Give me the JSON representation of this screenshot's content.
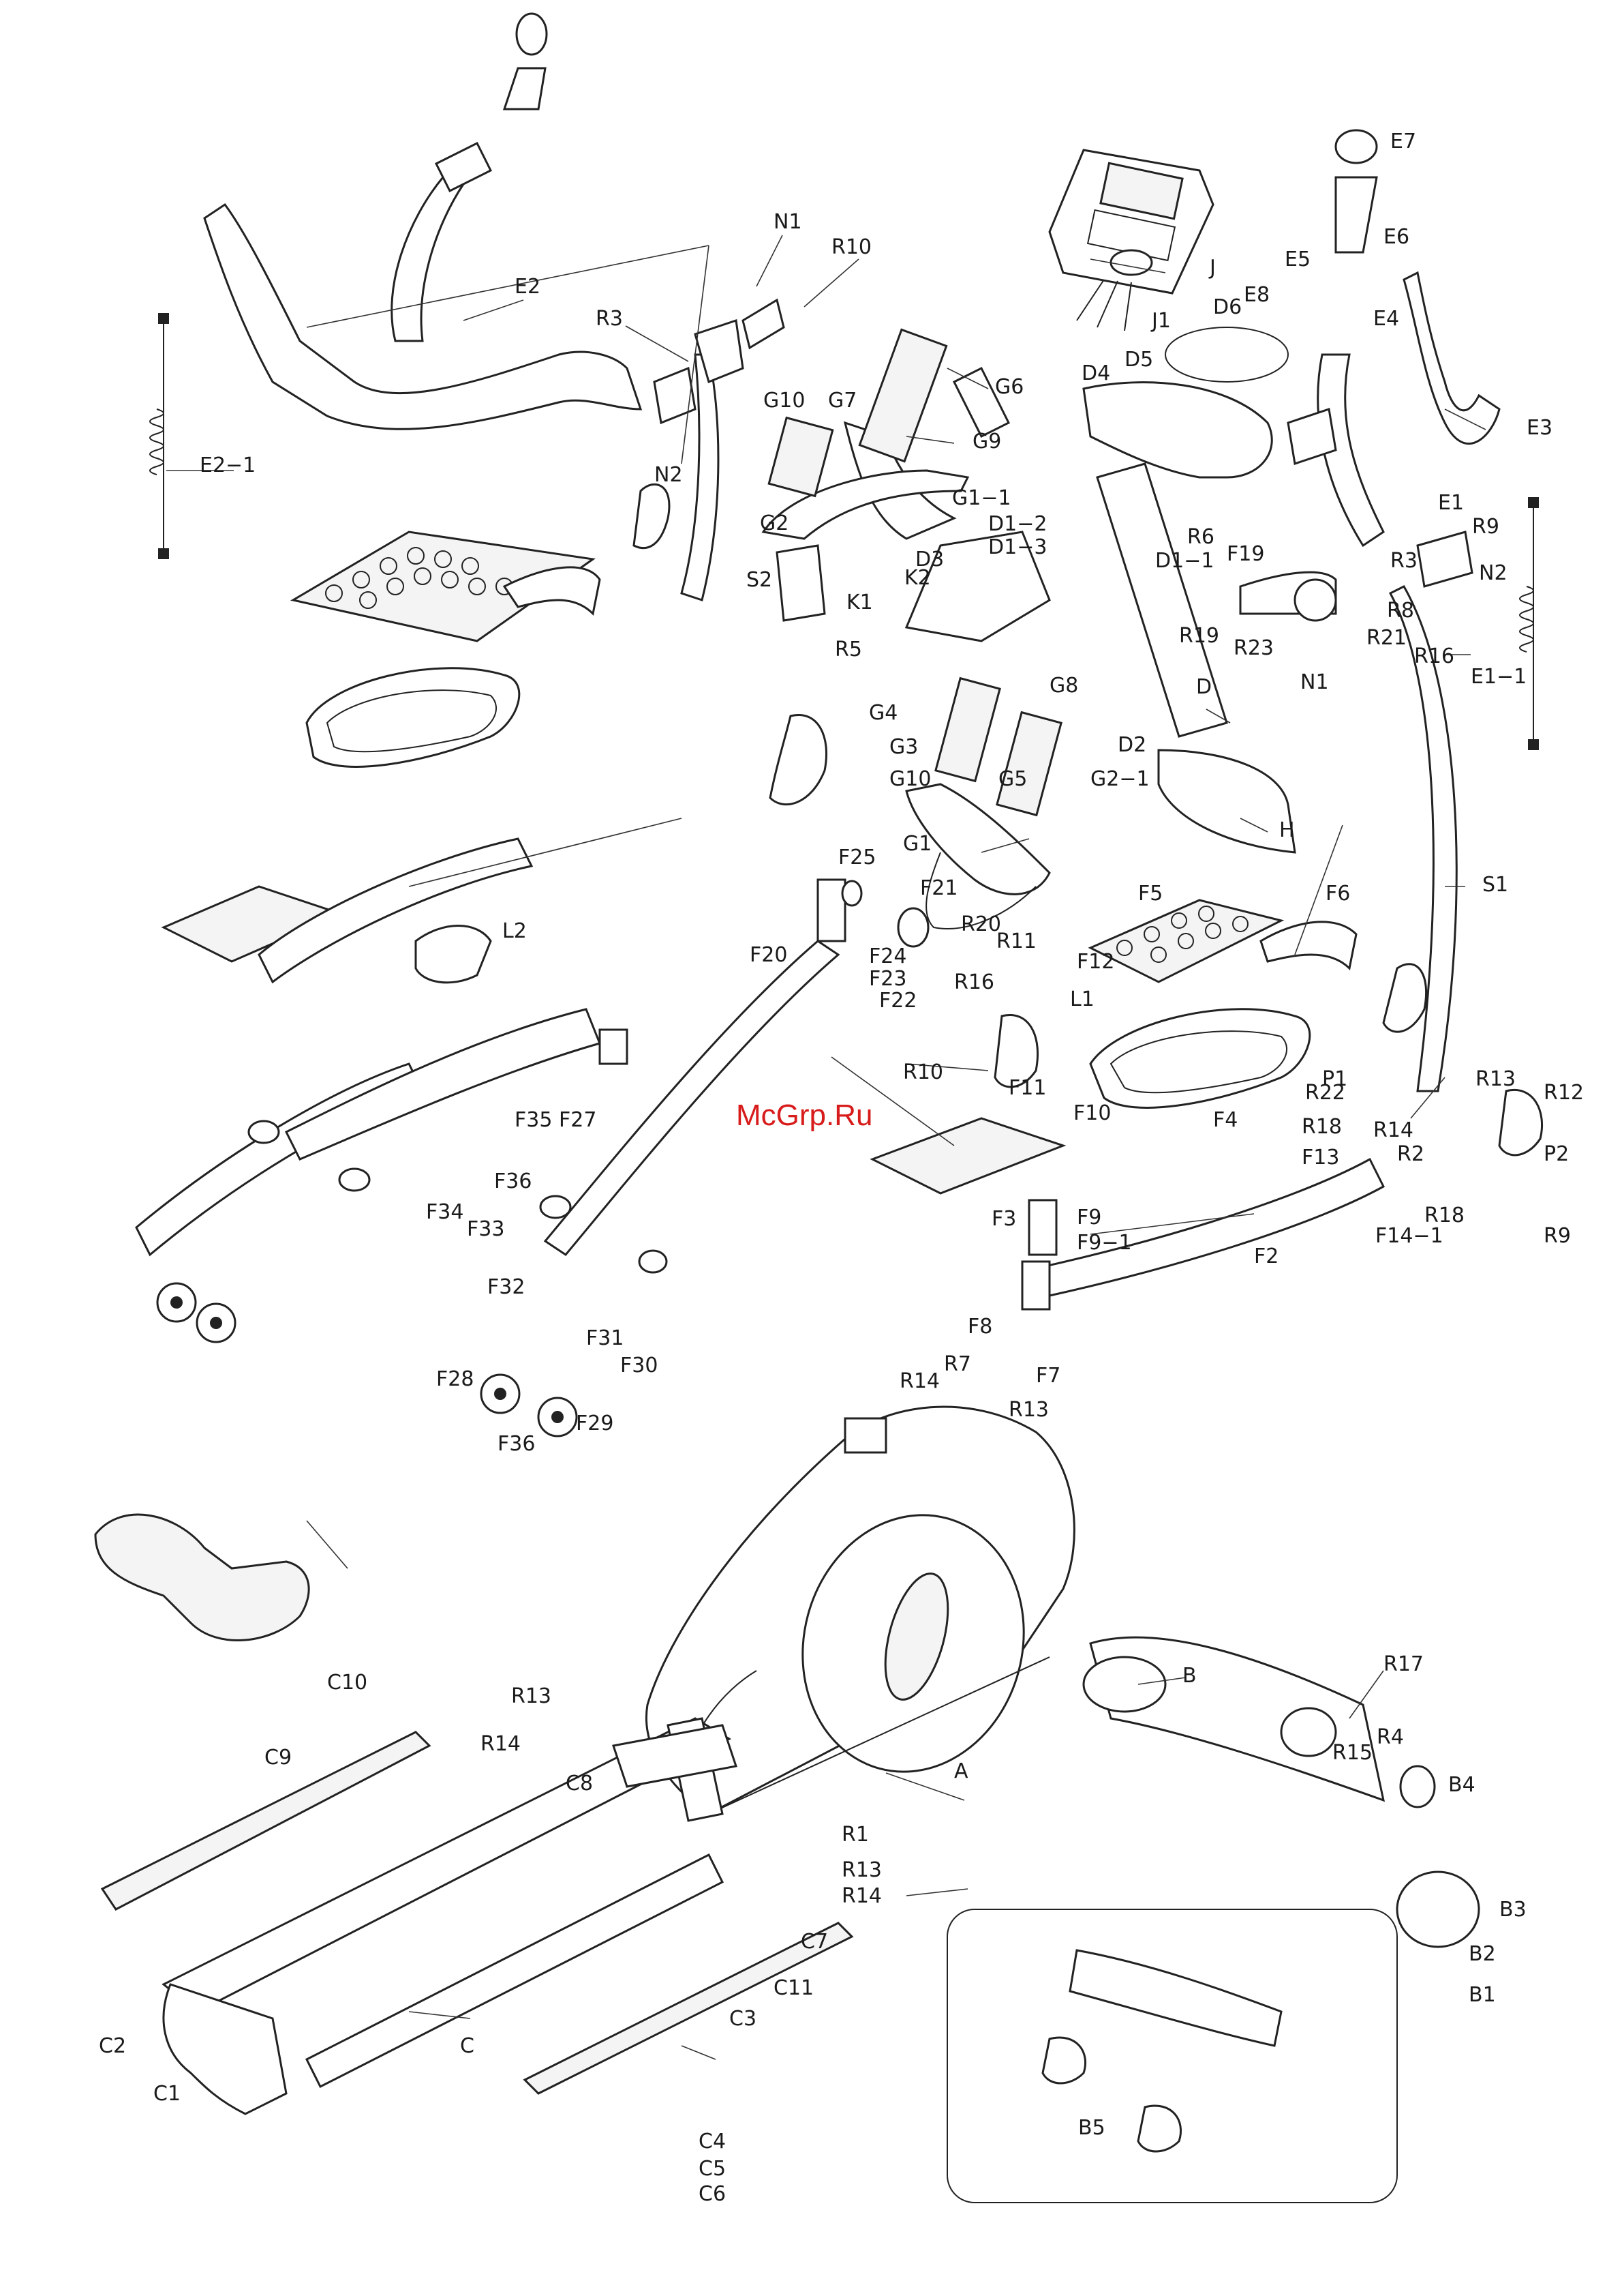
{
  "watermark": "McGrp.Ru",
  "labels": {
    "E2_1": "E2−1",
    "E2": "E2",
    "R3a": "R3",
    "N2a": "N2",
    "N1a": "N1",
    "R10a": "R10",
    "G10a": "G10",
    "G7": "G7",
    "G9": "G9",
    "G6": "G6",
    "G1_1": "G1−1",
    "G2": "G2",
    "D1_2": "D1−2",
    "D1_3": "D1−3",
    "D3": "D3",
    "K2": "K2",
    "S2": "S2",
    "K1": "K1",
    "R5": "R5",
    "G8": "G8",
    "G4": "G4",
    "G3": "G3",
    "G10b": "G10",
    "G5": "G5",
    "G1": "G1",
    "G2_1": "G2−1",
    "J": "J",
    "J1": "J1",
    "D6": "D6",
    "D5": "D5",
    "D4": "D4",
    "R6": "R6",
    "D1_1": "D1−1",
    "R19": "R19",
    "R23": "R23",
    "D": "D",
    "D2": "D2",
    "H": "H",
    "E7": "E7",
    "E6": "E6",
    "E5": "E5",
    "E8": "E8",
    "E4": "E4",
    "E3": "E3",
    "E1": "E1",
    "R9a": "R9",
    "R3b": "R3",
    "N2b": "N2",
    "F19": "F19",
    "R8": "R8",
    "R21": "R21",
    "R16a": "R16",
    "E1_1": "E1−1",
    "N1b": "N1",
    "S1": "S1",
    "L2": "L2",
    "F25": "F25",
    "F21": "F21",
    "R20": "R20",
    "R11": "R11",
    "F24": "F24",
    "F23": "F23",
    "R16b": "R16",
    "F22": "F22",
    "L1": "L1",
    "F20": "F20",
    "F5": "F5",
    "F6": "F6",
    "F12": "F12",
    "R10b": "R10",
    "F11": "F11",
    "F4": "F4",
    "P1": "P1",
    "R13a": "R13",
    "R22": "R22",
    "R14a": "R14",
    "R12": "R12",
    "R18a": "R18",
    "R2": "R2",
    "P2": "P2",
    "F13": "F13",
    "R18b": "R18",
    "F14_1": "F14−1",
    "R9b": "R9",
    "F10": "F10",
    "F35": "F35",
    "F27": "F27",
    "F36a": "F36",
    "F34": "F34",
    "F33": "F33",
    "F3": "F3",
    "F9": "F9",
    "F9_1": "F9−1",
    "F2": "F2",
    "F32": "F32",
    "F31": "F31",
    "F30": "F30",
    "F28": "F28",
    "F29": "F29",
    "F36b": "F36",
    "F8": "F8",
    "F7": "F7",
    "R14b": "R14",
    "R7": "R7",
    "R13b": "R13",
    "C10": "C10",
    "C9": "C9",
    "R13c": "R13",
    "R14c": "R14",
    "C8": "C8",
    "A": "A",
    "R1": "R1",
    "R13d": "R13",
    "R14d": "R14",
    "C7": "C7",
    "C11": "C11",
    "B": "B",
    "R17": "R17",
    "R4": "R4",
    "R15": "R15",
    "B4": "B4",
    "B3": "B3",
    "B2": "B2",
    "B1": "B1",
    "B5": "B5",
    "C2": "C2",
    "C1": "C1",
    "C": "C",
    "C3": "C3",
    "C4": "C4",
    "C5": "C5",
    "C6": "C6"
  }
}
